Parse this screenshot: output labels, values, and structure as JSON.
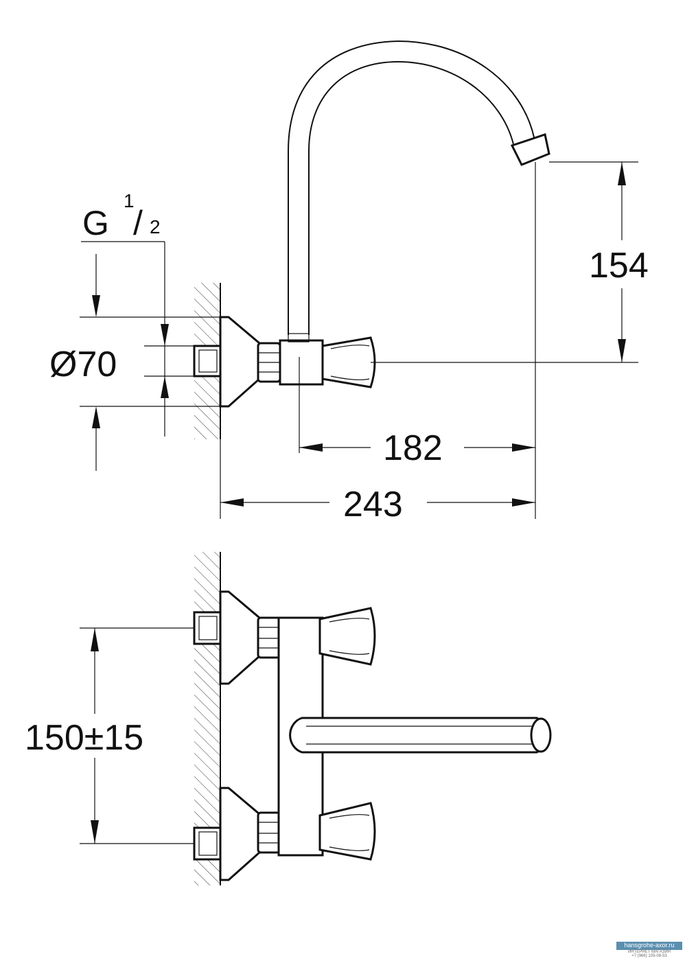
{
  "labels": {
    "thread_main": "G",
    "thread_num": "1",
    "thread_slash": "/",
    "thread_den": "2",
    "dia": "Ø70",
    "height": "154",
    "projection": "182",
    "overall": "243",
    "spacing": "150±15"
  },
  "watermark": {
    "domain": "hansgrohe-axor.ru",
    "line2": "ИНТЕРНЕТ МАГАЗИН",
    "line3": "+7 (966) 105-08-53"
  }
}
